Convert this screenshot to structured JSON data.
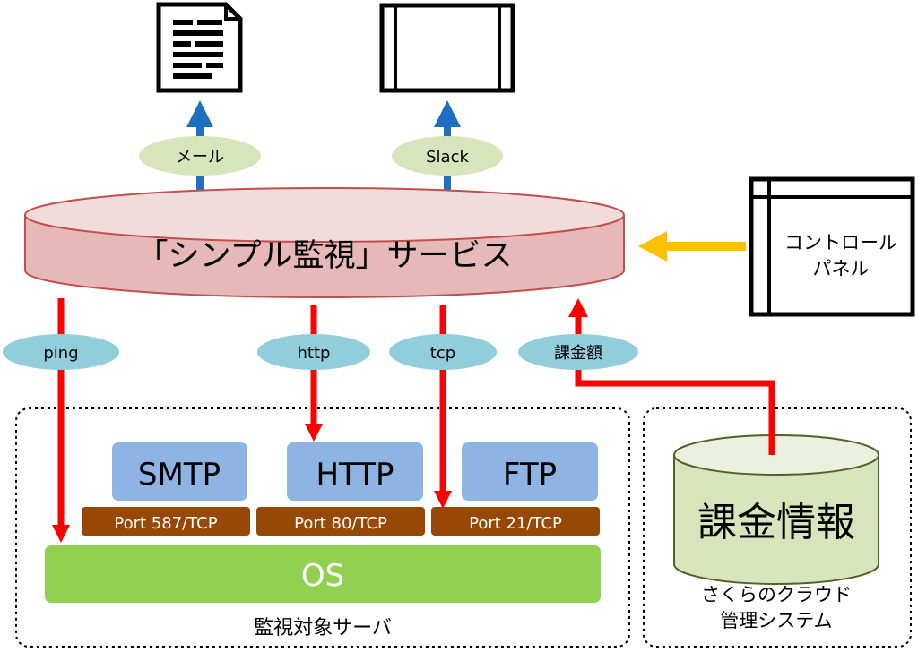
{
  "service": {
    "label": "「シンプル監視」サービス"
  },
  "notify": [
    {
      "id": "mail",
      "label": "メール"
    },
    {
      "id": "slack",
      "label": "Slack"
    }
  ],
  "control_panel": {
    "label_line1": "コントロール",
    "label_line2": "パネル"
  },
  "checks": [
    {
      "id": "ping",
      "label": "ping"
    },
    {
      "id": "http",
      "label": "http"
    },
    {
      "id": "tcp",
      "label": "tcp"
    },
    {
      "id": "billing",
      "label": "課金額"
    }
  ],
  "services": [
    {
      "id": "smtp",
      "name": "SMTP",
      "port": "Port 587/TCP"
    },
    {
      "id": "http",
      "name": "HTTP",
      "port": "Port 80/TCP"
    },
    {
      "id": "ftp",
      "name": "FTP",
      "port": "Port 21/TCP"
    }
  ],
  "os": {
    "label": "OS"
  },
  "target_server": {
    "label": "監視対象サーバ"
  },
  "billing_db": {
    "label": "課金情報"
  },
  "cloud_system": {
    "label_line1": "さくらのクラウド",
    "label_line2": "管理システム"
  },
  "colors": {
    "red_arrow": "#ff0000",
    "blue_arrow": "#1f6fc0",
    "yellow_arrow": "#ffc000",
    "service_fill": "#e6b8b7",
    "service_stroke": "#c0504d",
    "ellipse_green": "#d7e4bc",
    "ellipse_blue": "#92cddc",
    "service_box": "#8eb4e3",
    "port_bar": "#974806",
    "os_bar": "#92d050",
    "db_fill": "#d7e4bc",
    "db_stroke": "#4f6228"
  }
}
